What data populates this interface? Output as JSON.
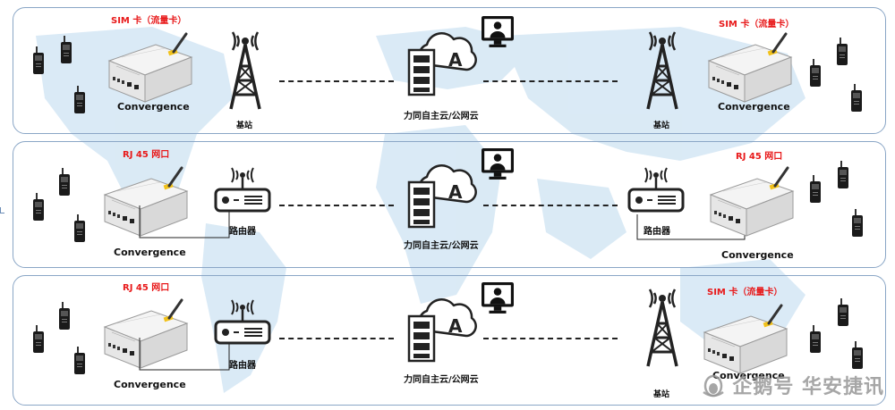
{
  "colors": {
    "panel_border": "#8aa6c6",
    "map": "#cfe4f3",
    "label_red": "#e8191a",
    "ink": "#111111"
  },
  "rows": [
    {
      "left_top_label": "SIM 卡（流量卡）",
      "left_device": "Convergence",
      "left_link": "基站",
      "center": "力同自主云/公网云",
      "right_link": "基站",
      "right_top_label": "SIM 卡（流量卡）",
      "right_device": "Convergence"
    },
    {
      "left_top_label": "RJ 45 网口",
      "left_device": "Convergence",
      "left_link": "路由器",
      "center": "力同自主云/公网云",
      "right_link": "路由器",
      "right_top_label": "RJ 45 网口",
      "right_device": "Convergence"
    },
    {
      "left_top_label": "RJ 45 网口",
      "left_device": "Convergence",
      "left_link": "路由器",
      "center": "力同自主云/公网云",
      "right_link": "基站",
      "right_top_label": "SIM 卡（流量卡）",
      "right_device": "Convergence"
    }
  ],
  "watermark": {
    "text": "企鹅号 华安捷讯",
    "icon": "penguin-logo"
  }
}
